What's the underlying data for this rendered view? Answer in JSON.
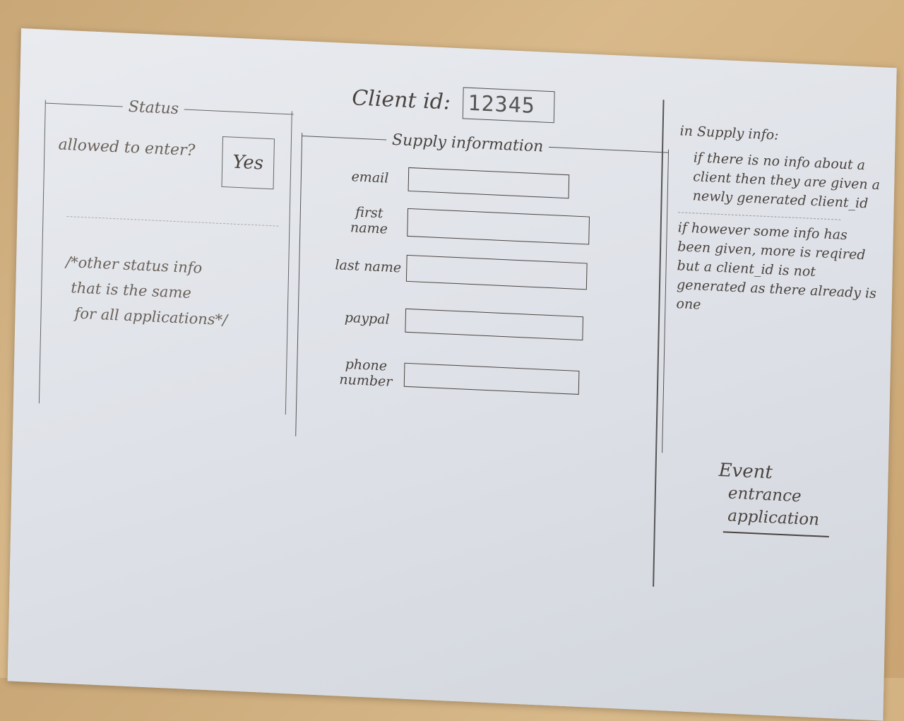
{
  "header": {
    "client_id_label": "Client id:",
    "client_id_value": "12345"
  },
  "status_panel": {
    "title": "Status",
    "allowed_label": "allowed to enter?",
    "allowed_value": "Yes",
    "other_info": [
      "/*other status info",
      "that is the same",
      "for all applications*/"
    ]
  },
  "supply_panel": {
    "title": "Supply information",
    "fields": [
      {
        "label": "email",
        "value": ""
      },
      {
        "label": "first name",
        "value": ""
      },
      {
        "label": "last name",
        "value": ""
      },
      {
        "label": "paypal",
        "value": ""
      },
      {
        "label": "phone number",
        "value": ""
      }
    ]
  },
  "notes": {
    "heading": "in Supply info:",
    "note1": "if there is no info about a client then they are given a newly generated client_id",
    "note2": "if however some info has been given, more is reqired but a client_id is not generated as there already is one"
  },
  "brand": {
    "line1": "Event",
    "line2": "entrance",
    "line3": "application"
  },
  "colors": {
    "ink": "#4a4440",
    "paper": "#e2e5ea",
    "desk": "#d3b382"
  }
}
